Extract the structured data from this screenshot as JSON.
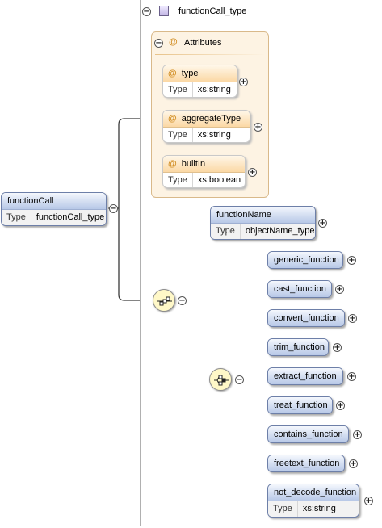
{
  "complex_type": {
    "name": "functionCall_type"
  },
  "attributes": {
    "title": "Attributes",
    "items": [
      {
        "name": "type",
        "type_label": "Type",
        "type": "xs:string"
      },
      {
        "name": "aggregateType",
        "type_label": "Type",
        "type": "xs:string"
      },
      {
        "name": "builtIn",
        "type_label": "Type",
        "type": "xs:boolean"
      }
    ]
  },
  "root": {
    "name": "functionCall",
    "type_label": "Type",
    "type": "functionCall_type"
  },
  "sequence": {
    "element": {
      "name": "functionName",
      "type_label": "Type",
      "type": "objectName_type"
    }
  },
  "choice": {
    "items": [
      {
        "name": "generic_function"
      },
      {
        "name": "cast_function"
      },
      {
        "name": "convert_function"
      },
      {
        "name": "trim_function"
      },
      {
        "name": "extract_function"
      },
      {
        "name": "treat_function"
      },
      {
        "name": "contains_function"
      },
      {
        "name": "freetext_function"
      },
      {
        "name": "not_decode_function",
        "type_label": "Type",
        "type": "xs:string"
      }
    ]
  },
  "icons": {
    "collapse": "minus-circle-icon",
    "expand": "plus-circle-icon",
    "attribute": "at-sign-icon",
    "type": "square-type-icon",
    "sequence": "sequence-compositor-icon",
    "choice": "choice-compositor-icon"
  }
}
